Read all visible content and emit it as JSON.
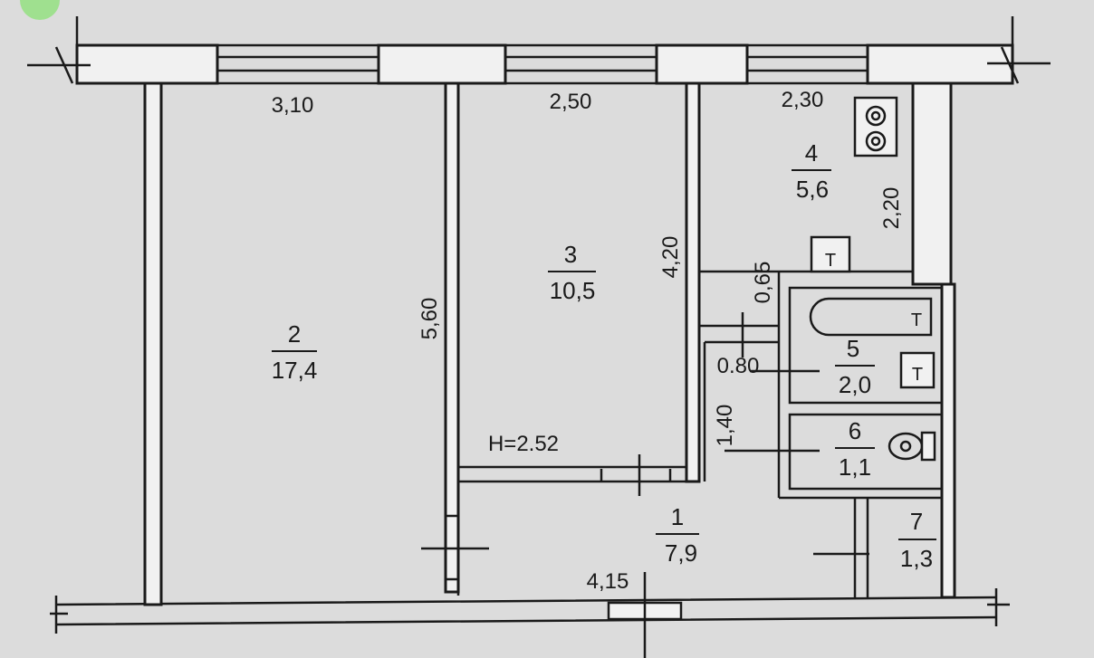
{
  "rooms": [
    {
      "id": "r2",
      "number": "2",
      "area": "17,4"
    },
    {
      "id": "r3",
      "number": "3",
      "area": "10,5"
    },
    {
      "id": "r4",
      "number": "4",
      "area": "5,6"
    },
    {
      "id": "r5",
      "number": "5",
      "area": "2,0"
    },
    {
      "id": "r6",
      "number": "6",
      "area": "1,1"
    },
    {
      "id": "r1",
      "number": "1",
      "area": "7,9"
    },
    {
      "id": "r7",
      "number": "7",
      "area": "1,3"
    }
  ],
  "dimensions": {
    "room2_width": "3,10",
    "room3_width": "2,50",
    "kitchen_width": "2,30",
    "kitchen_depth": "2,20",
    "room3_depth": "4,20",
    "room2_depth": "5,60",
    "passage_depth": "0,65",
    "passage_width": "0.80",
    "bath_block_depth": "1,40",
    "hall_length": "4,15"
  },
  "ceiling_height": "H=2.52",
  "fixtures": {
    "tap_symbol": "T"
  }
}
